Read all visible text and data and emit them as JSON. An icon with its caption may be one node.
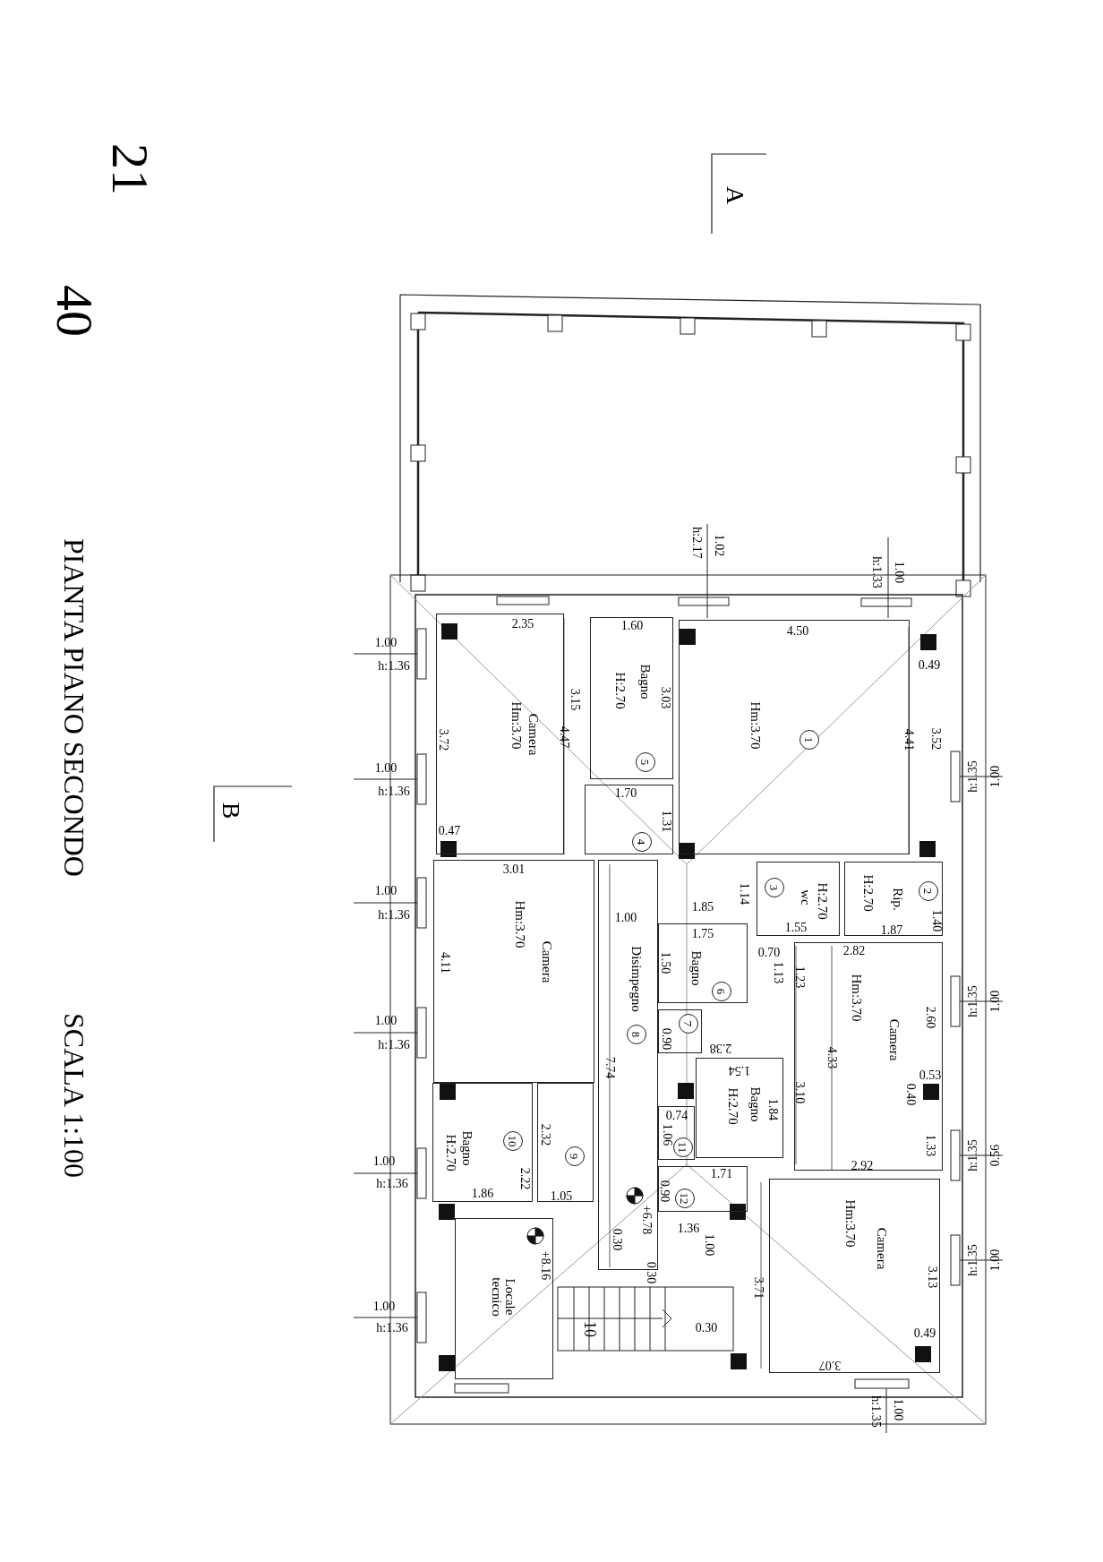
{
  "diagram": {
    "title": "PIANTA PIANO SECONDO",
    "nodes": [
      {
        "text": [
          "Camera",
          "Hm:3.70"
        ]
      },
      {
        "text": [
          "Bagno",
          "H:2.70",
          "5"
        ]
      },
      {
        "text": [
          "Hm:3.70",
          "1"
        ]
      },
      {
        "text": [
          "4"
        ]
      },
      {
        "text": [
          "wc",
          "H:2.70",
          "3"
        ]
      },
      {
        "text": [
          "Rip.",
          "H:2.70",
          "2"
        ]
      },
      {
        "text": [
          "Camera",
          "Hm:3.70"
        ]
      },
      {
        "text": [
          "Disimpegno",
          "8"
        ]
      },
      {
        "text": [
          "Bagno",
          "6"
        ]
      },
      {
        "text": [
          "Camera",
          "Hm:3.70"
        ]
      },
      {
        "text": [
          "7"
        ]
      },
      {
        "text": [
          "Bagno",
          "H:2.70"
        ]
      },
      {
        "text": [
          "11"
        ]
      },
      {
        "text": [
          "Bagno",
          "H:2.70",
          "10"
        ]
      },
      {
        "text": [
          "9"
        ]
      },
      {
        "text": [
          "12"
        ]
      },
      {
        "text": [
          "Locale tecnico"
        ]
      },
      {
        "text": [
          "Camera",
          "Hm:3.70"
        ]
      }
    ],
    "labels": [
      "21",
      "40",
      "SCALA 1:100",
      "A",
      "B",
      "1.02",
      "h:2.17",
      "1.00",
      "h:1.33",
      "2.35",
      "1.60",
      "4.50",
      "0.49",
      "1.00",
      "h:1.36",
      "3.15",
      "3.03",
      "3.72",
      "4.47",
      "4.41",
      "3.52",
      "1.00",
      "h:1.35",
      "1.00",
      "h:1.36",
      "1.70",
      "1.31",
      "0.47",
      "3.01",
      "1.14",
      "1.85",
      "1.40",
      "1.00",
      "1.55",
      "1.87",
      "1.75",
      "1.00",
      "h:1.36",
      "0.70",
      "2.82",
      "4.11",
      "1.50",
      "1.13",
      "1.23",
      "1.00",
      "h:1.35",
      "2.60",
      "1.00",
      "h:1.36",
      "0.90",
      "2.38",
      "4.33",
      "7.74",
      "1.54",
      "0.53",
      "3.10",
      "0.40",
      "1.84",
      "0.74",
      "2.32",
      "1.06",
      "1.33",
      "0.56",
      "h:1.35",
      "1.00",
      "h:1.36",
      "2.92",
      "1.71",
      "2.22",
      "0.90",
      "1.86",
      "1.05",
      "+6.78",
      "1.36",
      "0.30",
      "1.00",
      "+8.16",
      "1.00",
      "h:1.35",
      "0.30",
      "3.13",
      "3.71",
      "1.00",
      "h:1.36",
      "0.30",
      "10",
      "0.49",
      "3.07",
      "1.00",
      "h:1.35"
    ]
  }
}
